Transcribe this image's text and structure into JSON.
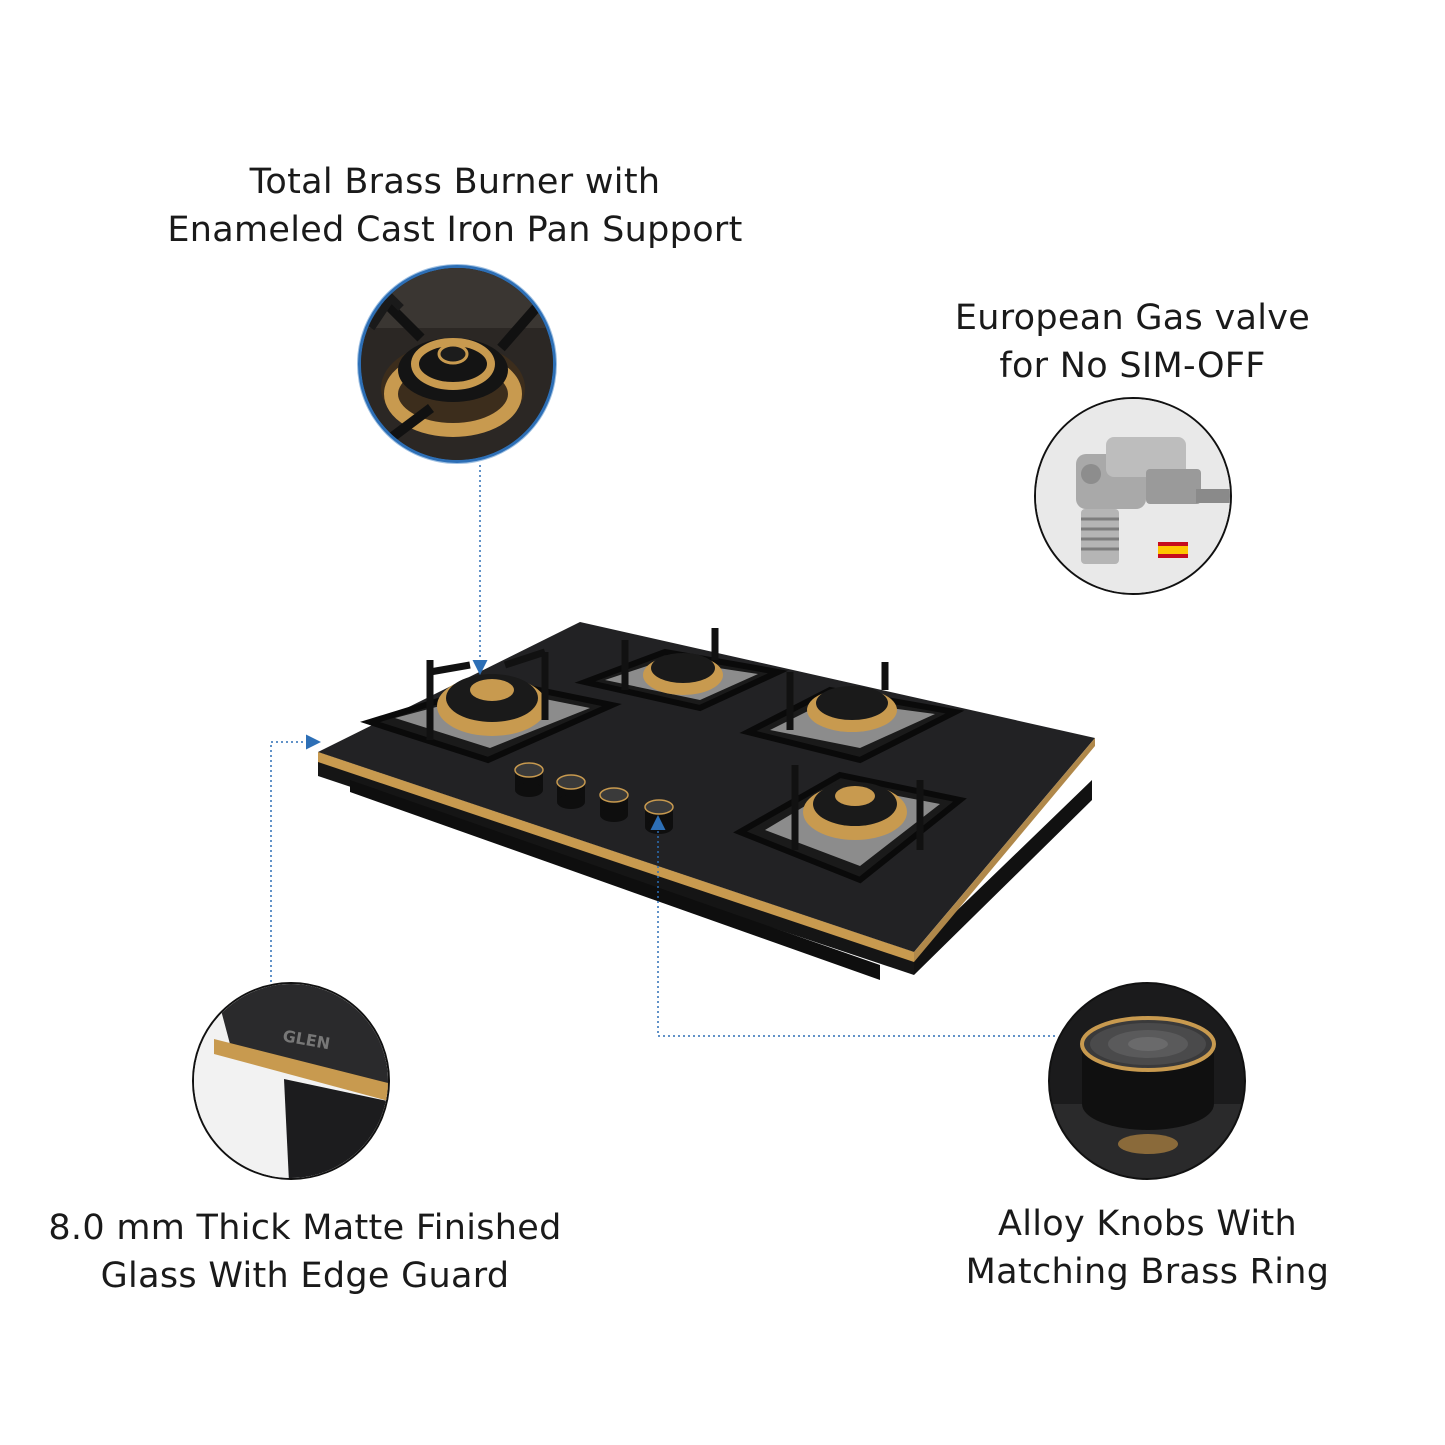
{
  "features": {
    "burner": {
      "line1": "Total Brass Burner with",
      "line2": "Enameled Cast Iron Pan Support"
    },
    "valve": {
      "line1": "European Gas valve",
      "line2": "for No SIM-OFF"
    },
    "glass": {
      "line1": "8.0 mm Thick Matte Finished",
      "line2": "Glass With Edge Guard"
    },
    "knobs": {
      "line1": "Alloy Knobs With",
      "line2": "Matching Brass Ring"
    }
  },
  "brand_logo": "GLEN",
  "colors": {
    "brass": "#c89a4f",
    "glass": "#1e1e20",
    "connector": "#2d6fb6"
  },
  "icons": [
    "burner-closeup",
    "gas-valve-closeup",
    "glass-edge-closeup",
    "knob-closeup",
    "spain-flag-icon"
  ]
}
